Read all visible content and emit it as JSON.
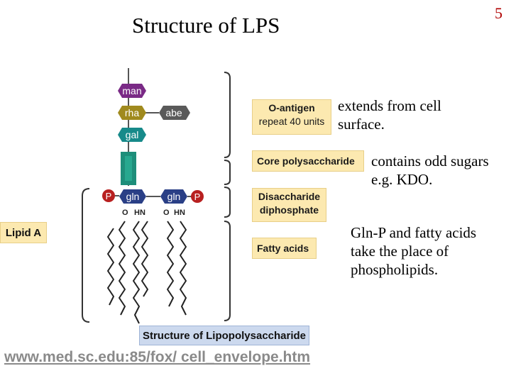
{
  "slide": {
    "title": "Structure of LPS",
    "number": "5"
  },
  "molecule": {
    "sugars": {
      "man": "man",
      "rha": "rha",
      "abe": "abe",
      "gal": "gal"
    },
    "gln_left": "gln",
    "gln_right": "gln",
    "phosphate": "P",
    "atoms_left": {
      "o": "O",
      "hn": "HN"
    },
    "atoms_right": {
      "o": "O",
      "hn": "HN"
    }
  },
  "labels": {
    "o_antigen": {
      "line1": "O-antigen",
      "line2": "repeat 40 units"
    },
    "core": "Core polysaccharide",
    "disaccharide": {
      "line1": "Disaccharide",
      "line2": "diphosphate"
    },
    "fatty": "Fatty acids",
    "lipid_a": "Lipid A",
    "caption": "Structure of Lipopolysaccharide"
  },
  "descriptions": {
    "o_antigen": "extends from cell\nsurface.",
    "core": "contains odd sugars\ne.g. KDO.",
    "lipid": "Gln-P and fatty acids\n take the place of\n phospholipids."
  },
  "source_link": "www.med.sc.edu:85/fox/ cell_envelope.htm",
  "colors": {
    "man": "#7a2a86",
    "rha": "#a08a1e",
    "abe": "#5a5a5a",
    "gal": "#178a8a",
    "core": "#1e8e7a",
    "gln": "#2a3f86",
    "phosphate": "#b82020",
    "label_bg": "#fce9b0",
    "caption_bg": "#ccd9ee"
  }
}
